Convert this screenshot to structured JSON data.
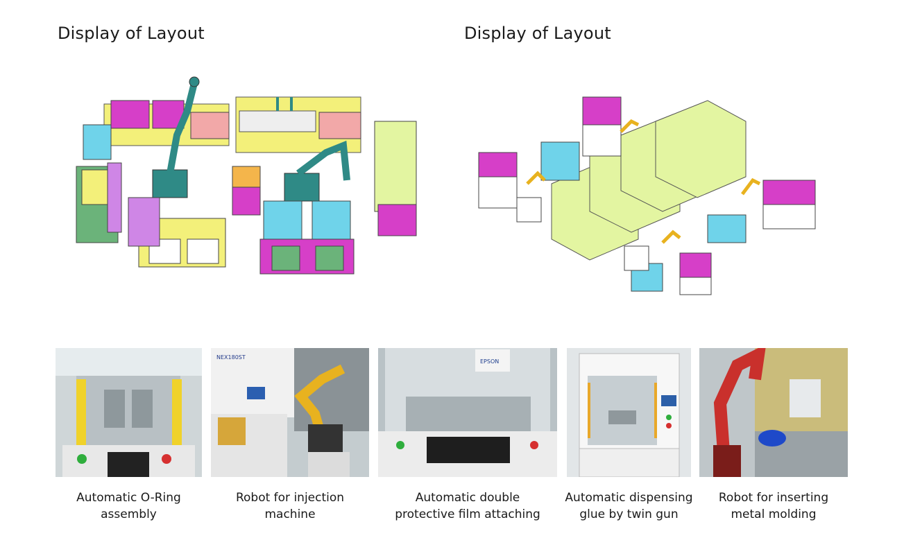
{
  "headings": {
    "left": "Display of Layout",
    "right": "Display of Layout"
  },
  "photos": [
    {
      "caption": "Automatic O-Ring\nassembly"
    },
    {
      "caption": "Robot for injection\nmachine"
    },
    {
      "caption": "Automatic double\nprotective film attaching"
    },
    {
      "caption": "Automatic dispensing\nglue by twin gun"
    },
    {
      "caption": "Robot for inserting\nmetal molding"
    }
  ],
  "photo_text": {
    "machine_brand": "NEX180ST",
    "robot_brand": "EPSON"
  },
  "colors": {
    "magenta": "#d63fc8",
    "yellow": "#f3f07a",
    "teal": "#2f8a86",
    "cyan": "#6fd3ea",
    "pink": "#f2a8a8",
    "lime": "#e3f5a1",
    "green": "#6bb37a",
    "orange": "#f4b54b",
    "robot_red": "#c9302c",
    "robot_yellow": "#e8b21f"
  }
}
